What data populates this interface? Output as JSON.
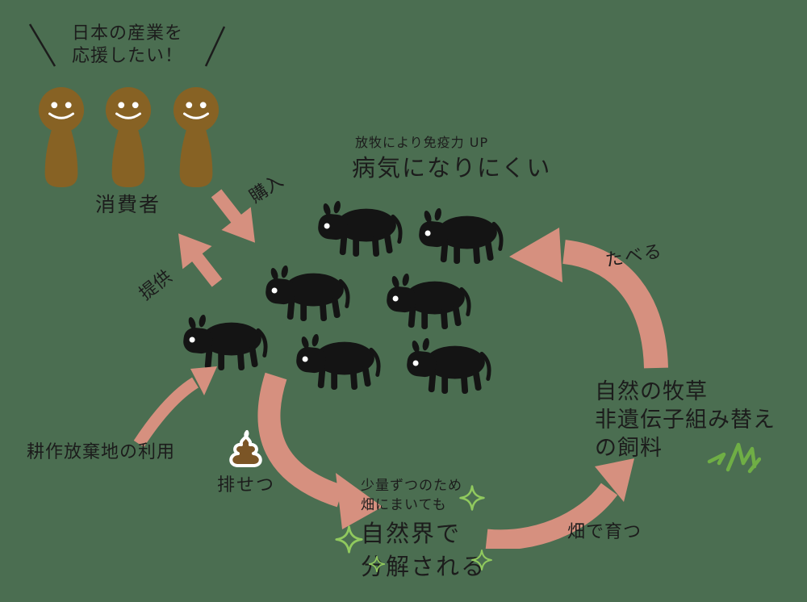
{
  "title": "放牧畜産の循環図",
  "colors": {
    "background": "#4b6e51",
    "arrow_pink": "#d6907f",
    "person_brown": "#876224",
    "poop_brown": "#7b5526",
    "grass_green": "#6fae45",
    "sparkle_green": "#90c95e",
    "cow_black": "#141414",
    "text": "#1c1c1c"
  },
  "speech": {
    "line1": "日本の産業を",
    "line2": "応援したい！"
  },
  "consumers": {
    "label": "消費者"
  },
  "flow": {
    "purchase": "購入",
    "provide": "提供",
    "eat": "たべる",
    "grow": "畑で育つ"
  },
  "immunity": {
    "note": "放牧により免疫力 UP",
    "headline": "病気になりにくい"
  },
  "feed": {
    "line1": "自然の牧草",
    "line2": "非遺伝子組み替え",
    "line3": "の飼料"
  },
  "decompose": {
    "note1": "少量ずつのため",
    "note2": "畑にまいても",
    "line1": "自然界で",
    "line2": "分解される"
  },
  "land": {
    "fallow": "耕作放棄地の利用",
    "excrete": "排せつ"
  },
  "icons": {
    "person": "person-icon",
    "cow": "cow-icon",
    "poop": "poop-icon",
    "grass": "grass-icon",
    "sparkle": "sparkle-icon"
  },
  "counts": {
    "consumers": 3,
    "cows": 7,
    "sparkles": 4
  }
}
